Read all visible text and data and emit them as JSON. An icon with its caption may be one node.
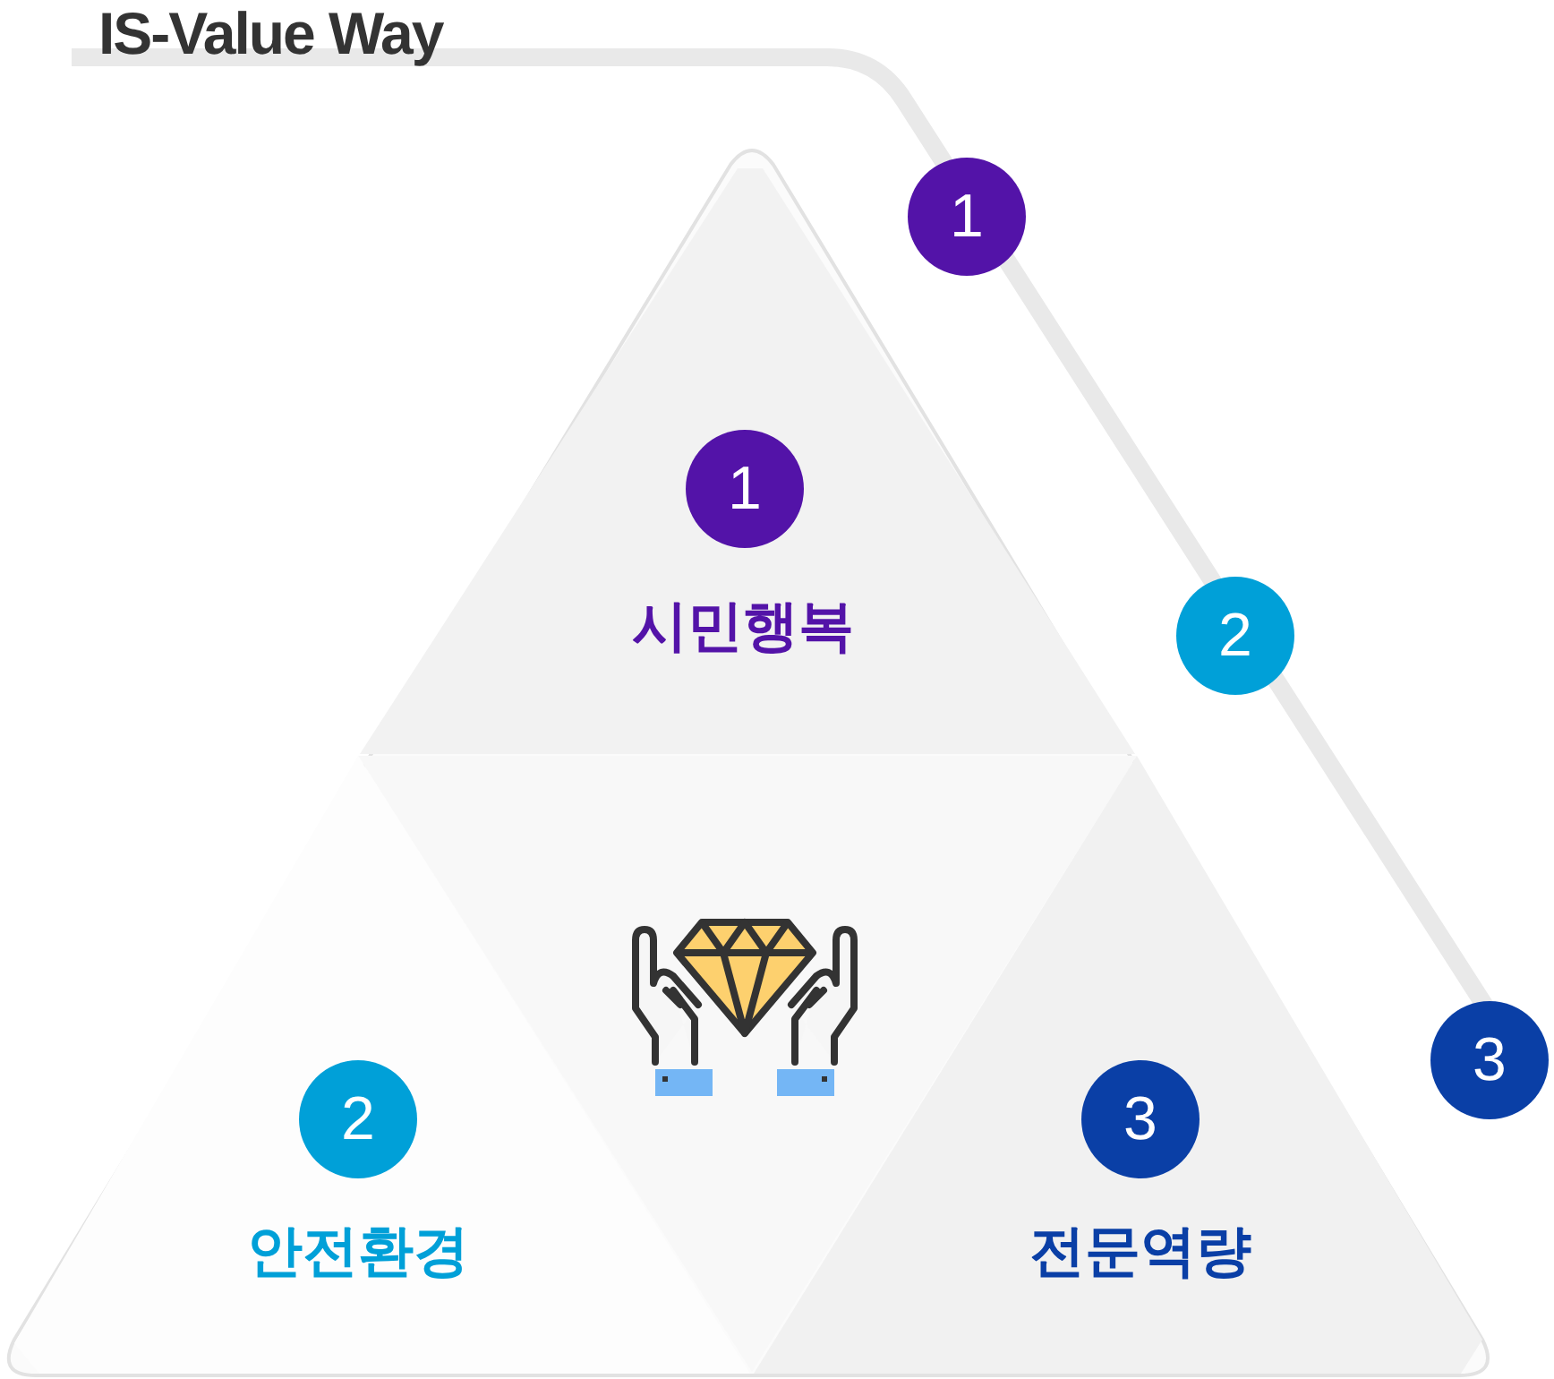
{
  "diagram": {
    "title": "IS-Value Way",
    "nodes": [
      {
        "text": [
          "1",
          "시민행복"
        ]
      },
      {
        "text": [
          "2",
          "안전환경"
        ]
      },
      {
        "text": [
          "3",
          "전문역량"
        ]
      }
    ],
    "labels": [
      "1",
      "2",
      "3"
    ]
  }
}
